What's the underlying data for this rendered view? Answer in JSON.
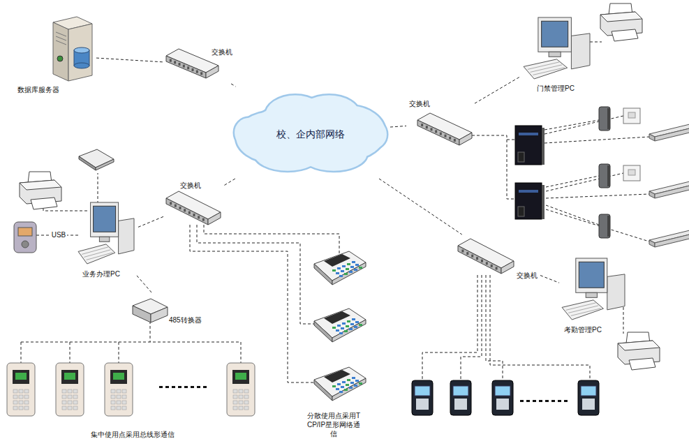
{
  "diagram": {
    "nodes": [
      {
        "text": [
          "数据库服务器"
        ]
      },
      {
        "text": [
          "交换机"
        ]
      },
      {
        "text": [
          "校、企内部网络"
        ]
      },
      {
        "text": [
          "门禁管理PC"
        ]
      },
      {
        "text": [
          "交换机"
        ]
      },
      {
        "text": [
          "交换机"
        ]
      },
      {
        "text": [
          "业务办理PC"
        ]
      },
      {
        "text": [
          "交换机"
        ]
      },
      {
        "text": [
          "485转换器"
        ]
      },
      {
        "text": [
          "考勤管理PC"
        ]
      }
    ],
    "edges": [
      {
        "from": 0,
        "to": 1,
        "arrow": "none"
      },
      {
        "from": 1,
        "to": 2,
        "arrow": "none"
      },
      {
        "from": 2,
        "to": 4,
        "arrow": "none"
      },
      {
        "from": 4,
        "to": 3,
        "arrow": "none"
      },
      {
        "from": 2,
        "to": 5,
        "arrow": "none"
      },
      {
        "from": 5,
        "to": 6,
        "arrow": "none"
      },
      {
        "from": 2,
        "to": 7,
        "arrow": "none"
      },
      {
        "from": 7,
        "to": 9,
        "arrow": "none"
      },
      {
        "from": 6,
        "to": 8,
        "arrow": "none"
      }
    ],
    "labels": [
      "USB",
      "集中使用点采用总线形通信",
      "分散使用点采用TCP/IP星形网络通信"
    ]
  }
}
